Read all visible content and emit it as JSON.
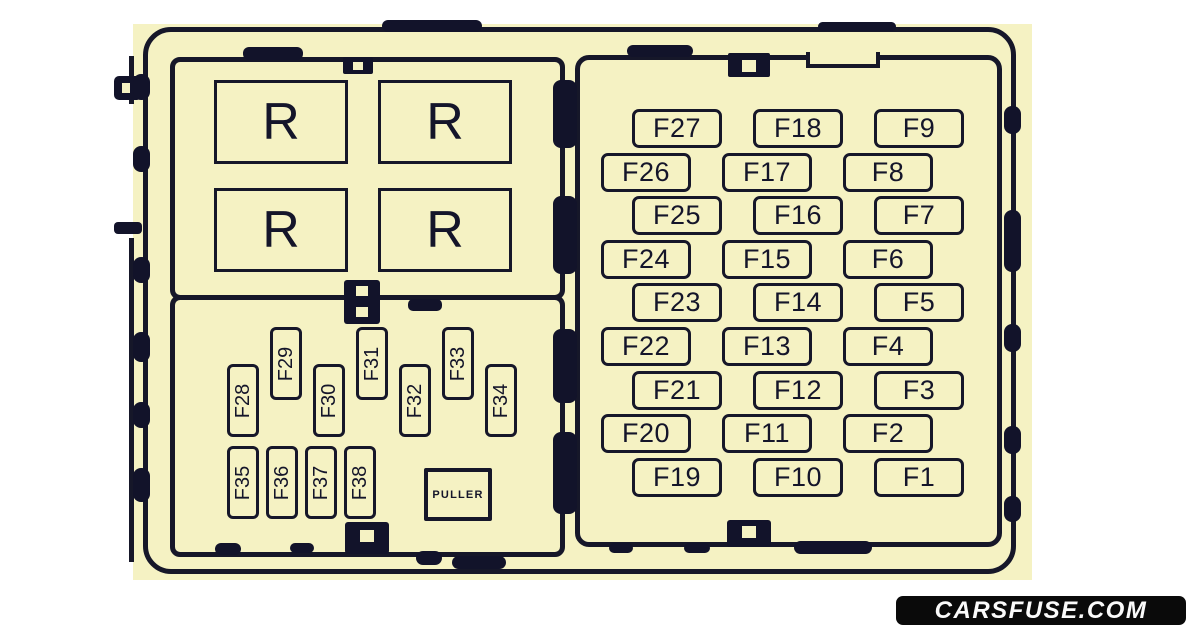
{
  "colors": {
    "page_bg": "#ffffff",
    "diagram_bg": "#f5f2c3",
    "line": "#161729",
    "watermark_bg": "#0a0a0a",
    "watermark_text": "#fafafa"
  },
  "relay_panel": {
    "relays": [
      "R",
      "R",
      "R",
      "R"
    ]
  },
  "right_panel": {
    "rows": [
      [
        "F27",
        "F18",
        "F9"
      ],
      [
        "F26",
        "F17",
        "F8"
      ],
      [
        "F25",
        "F16",
        "F7"
      ],
      [
        "F24",
        "F15",
        "F6"
      ],
      [
        "F23",
        "F14",
        "F5"
      ],
      [
        "F22",
        "F13",
        "F4"
      ],
      [
        "F21",
        "F12",
        "F3"
      ],
      [
        "F20",
        "F11",
        "F2"
      ],
      [
        "F19",
        "F10",
        "F1"
      ]
    ]
  },
  "lower_left_panel": {
    "staggered_fuses": [
      "F28",
      "F29",
      "F30",
      "F31",
      "F32",
      "F33",
      "F34"
    ],
    "bottom_fuses": [
      "F35",
      "F36",
      "F37",
      "F38"
    ],
    "puller_label": "PULLER"
  },
  "watermark": {
    "text": "CARSFUSE.COM"
  }
}
